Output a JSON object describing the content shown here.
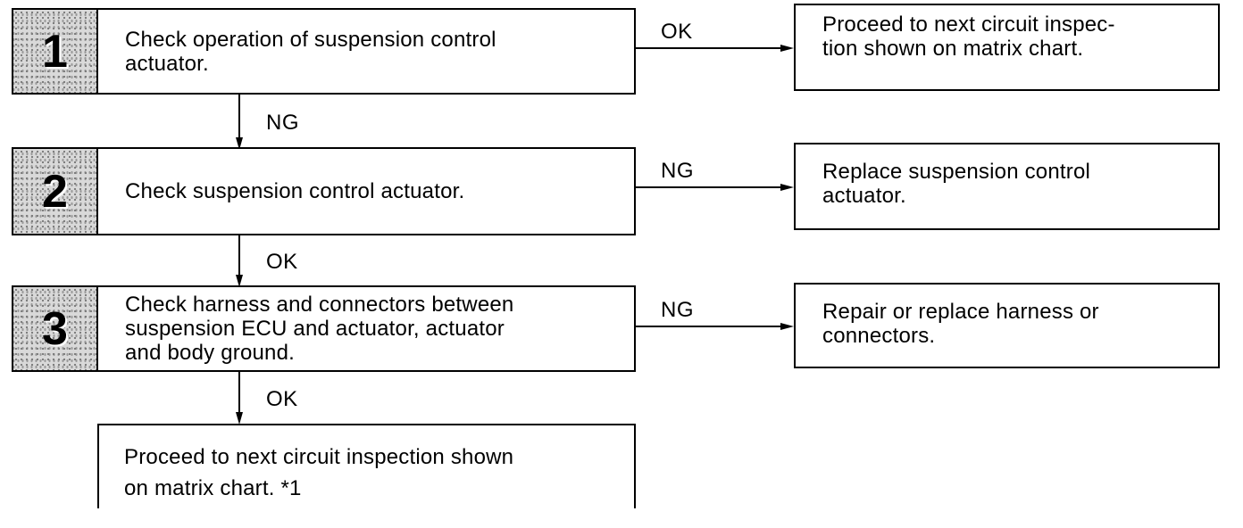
{
  "steps": [
    {
      "number": "1",
      "text": "Check operation of suspension control\nactuator."
    },
    {
      "number": "2",
      "text": "Check suspension control actuator."
    },
    {
      "number": "3",
      "text": "Check harness and connectors between\nsuspension ECU and actuator, actuator\nand body ground."
    }
  ],
  "results": [
    {
      "text": "Proceed to next circuit inspec-\ntion shown on matrix chart."
    },
    {
      "text": "Replace suspension control\nactuator."
    },
    {
      "text": "Repair or replace harness or\nconnectors."
    }
  ],
  "labels": {
    "step1_right": "OK",
    "step1_down": "NG",
    "step2_right": "NG",
    "step2_down": "OK",
    "step3_right": "NG",
    "step3_down": "OK"
  },
  "final": {
    "text": "Proceed to next circuit inspection shown\non matrix chart.   *1"
  }
}
